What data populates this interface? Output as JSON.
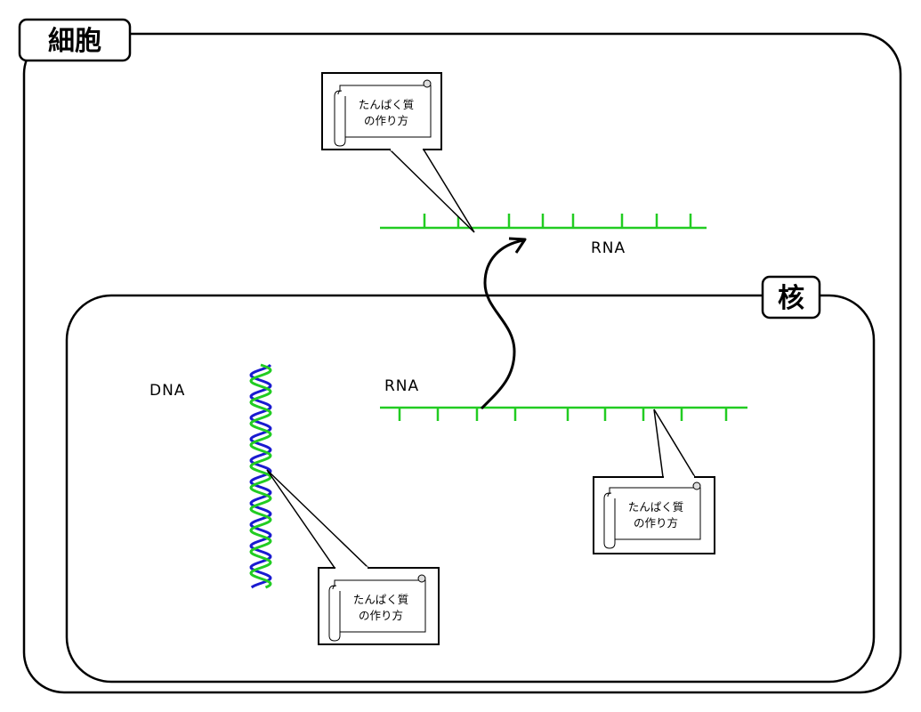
{
  "cell": {
    "label": "細胞"
  },
  "nucleus": {
    "label": "核"
  },
  "dna": {
    "label": "DNA"
  },
  "rna_nucleus": {
    "label": "RNA"
  },
  "rna_cytoplasm": {
    "label": "RNA"
  },
  "scrolls": [
    {
      "line1": "たんぱく質",
      "line2": "の作り方"
    },
    {
      "line1": "たんぱく質",
      "line2": "の作り方"
    },
    {
      "line1": "たんぱく質",
      "line2": "の作り方"
    }
  ],
  "colors": {
    "outline": "#000000",
    "rna_strand": "#22cc22",
    "dna_strand_a": "#22cc22",
    "dna_strand_b": "#1a1ad0",
    "background": "#ffffff"
  }
}
